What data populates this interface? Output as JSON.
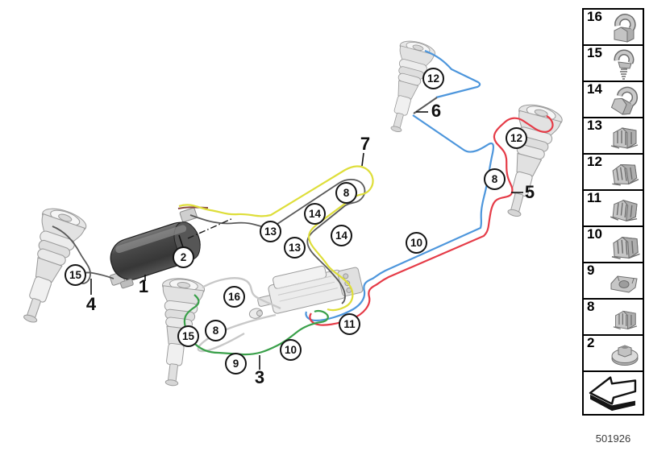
{
  "part_number": "501926",
  "sidebar": {
    "items": [
      {
        "label": "16",
        "icon": "pipe-clip-icon"
      },
      {
        "label": "15",
        "icon": "screw-clip-icon"
      },
      {
        "label": "14",
        "icon": "hose-clamp-icon"
      },
      {
        "label": "13",
        "icon": "cable-clip-icon"
      },
      {
        "label": "12",
        "icon": "edge-clip-icon"
      },
      {
        "label": "11",
        "icon": "multi-clip-icon"
      },
      {
        "label": "10",
        "icon": "multi-clip-icon"
      },
      {
        "label": "9",
        "icon": "line-holder-icon"
      },
      {
        "label": "8",
        "icon": "block-clip-icon"
      },
      {
        "label": "2",
        "icon": "grommet-washer-icon"
      }
    ],
    "direction_box": {
      "icon": "direction-arrow-icon"
    }
  },
  "diagram": {
    "callouts": [
      {
        "id": "clip-12-rear-left",
        "label": "12"
      },
      {
        "id": "clip-12-front-right",
        "label": "12"
      },
      {
        "id": "clip-8-right",
        "label": "8"
      },
      {
        "id": "clip-8-mid",
        "label": "8"
      },
      {
        "id": "clip-14-upper",
        "label": "14"
      },
      {
        "id": "clip-13-upper",
        "label": "13"
      },
      {
        "id": "clip-14-lower",
        "label": "14"
      },
      {
        "id": "clip-13-lower",
        "label": "13"
      },
      {
        "id": "clip-10-diagonal",
        "label": "10"
      },
      {
        "id": "part-2-mount",
        "label": "2"
      },
      {
        "id": "clip-16",
        "label": "16"
      },
      {
        "id": "clip-8-rear",
        "label": "8"
      },
      {
        "id": "clip-15-rear",
        "label": "15"
      },
      {
        "id": "clip-15-front-left",
        "label": "15"
      },
      {
        "id": "clip-9",
        "label": "9"
      },
      {
        "id": "clip-10-rear",
        "label": "10"
      },
      {
        "id": "clip-11",
        "label": "11"
      }
    ],
    "ref_labels": [
      {
        "id": "air-tank",
        "label": "1"
      },
      {
        "id": "rear-line",
        "label": "3"
      },
      {
        "id": "front-left-line",
        "label": "4"
      },
      {
        "id": "front-right-line",
        "label": "5"
      },
      {
        "id": "rear-left-line",
        "label": "6"
      },
      {
        "id": "mid-line",
        "label": "7"
      }
    ],
    "colors": {
      "line_blue": "#4d96dc",
      "line_red": "#e53b47",
      "line_yellow": "#dede3a",
      "line_green": "#3aa04a",
      "line_gray": "#5a5a5a",
      "line_maroon": "#8a4a42",
      "cable_light": "#c8c8c8"
    }
  }
}
